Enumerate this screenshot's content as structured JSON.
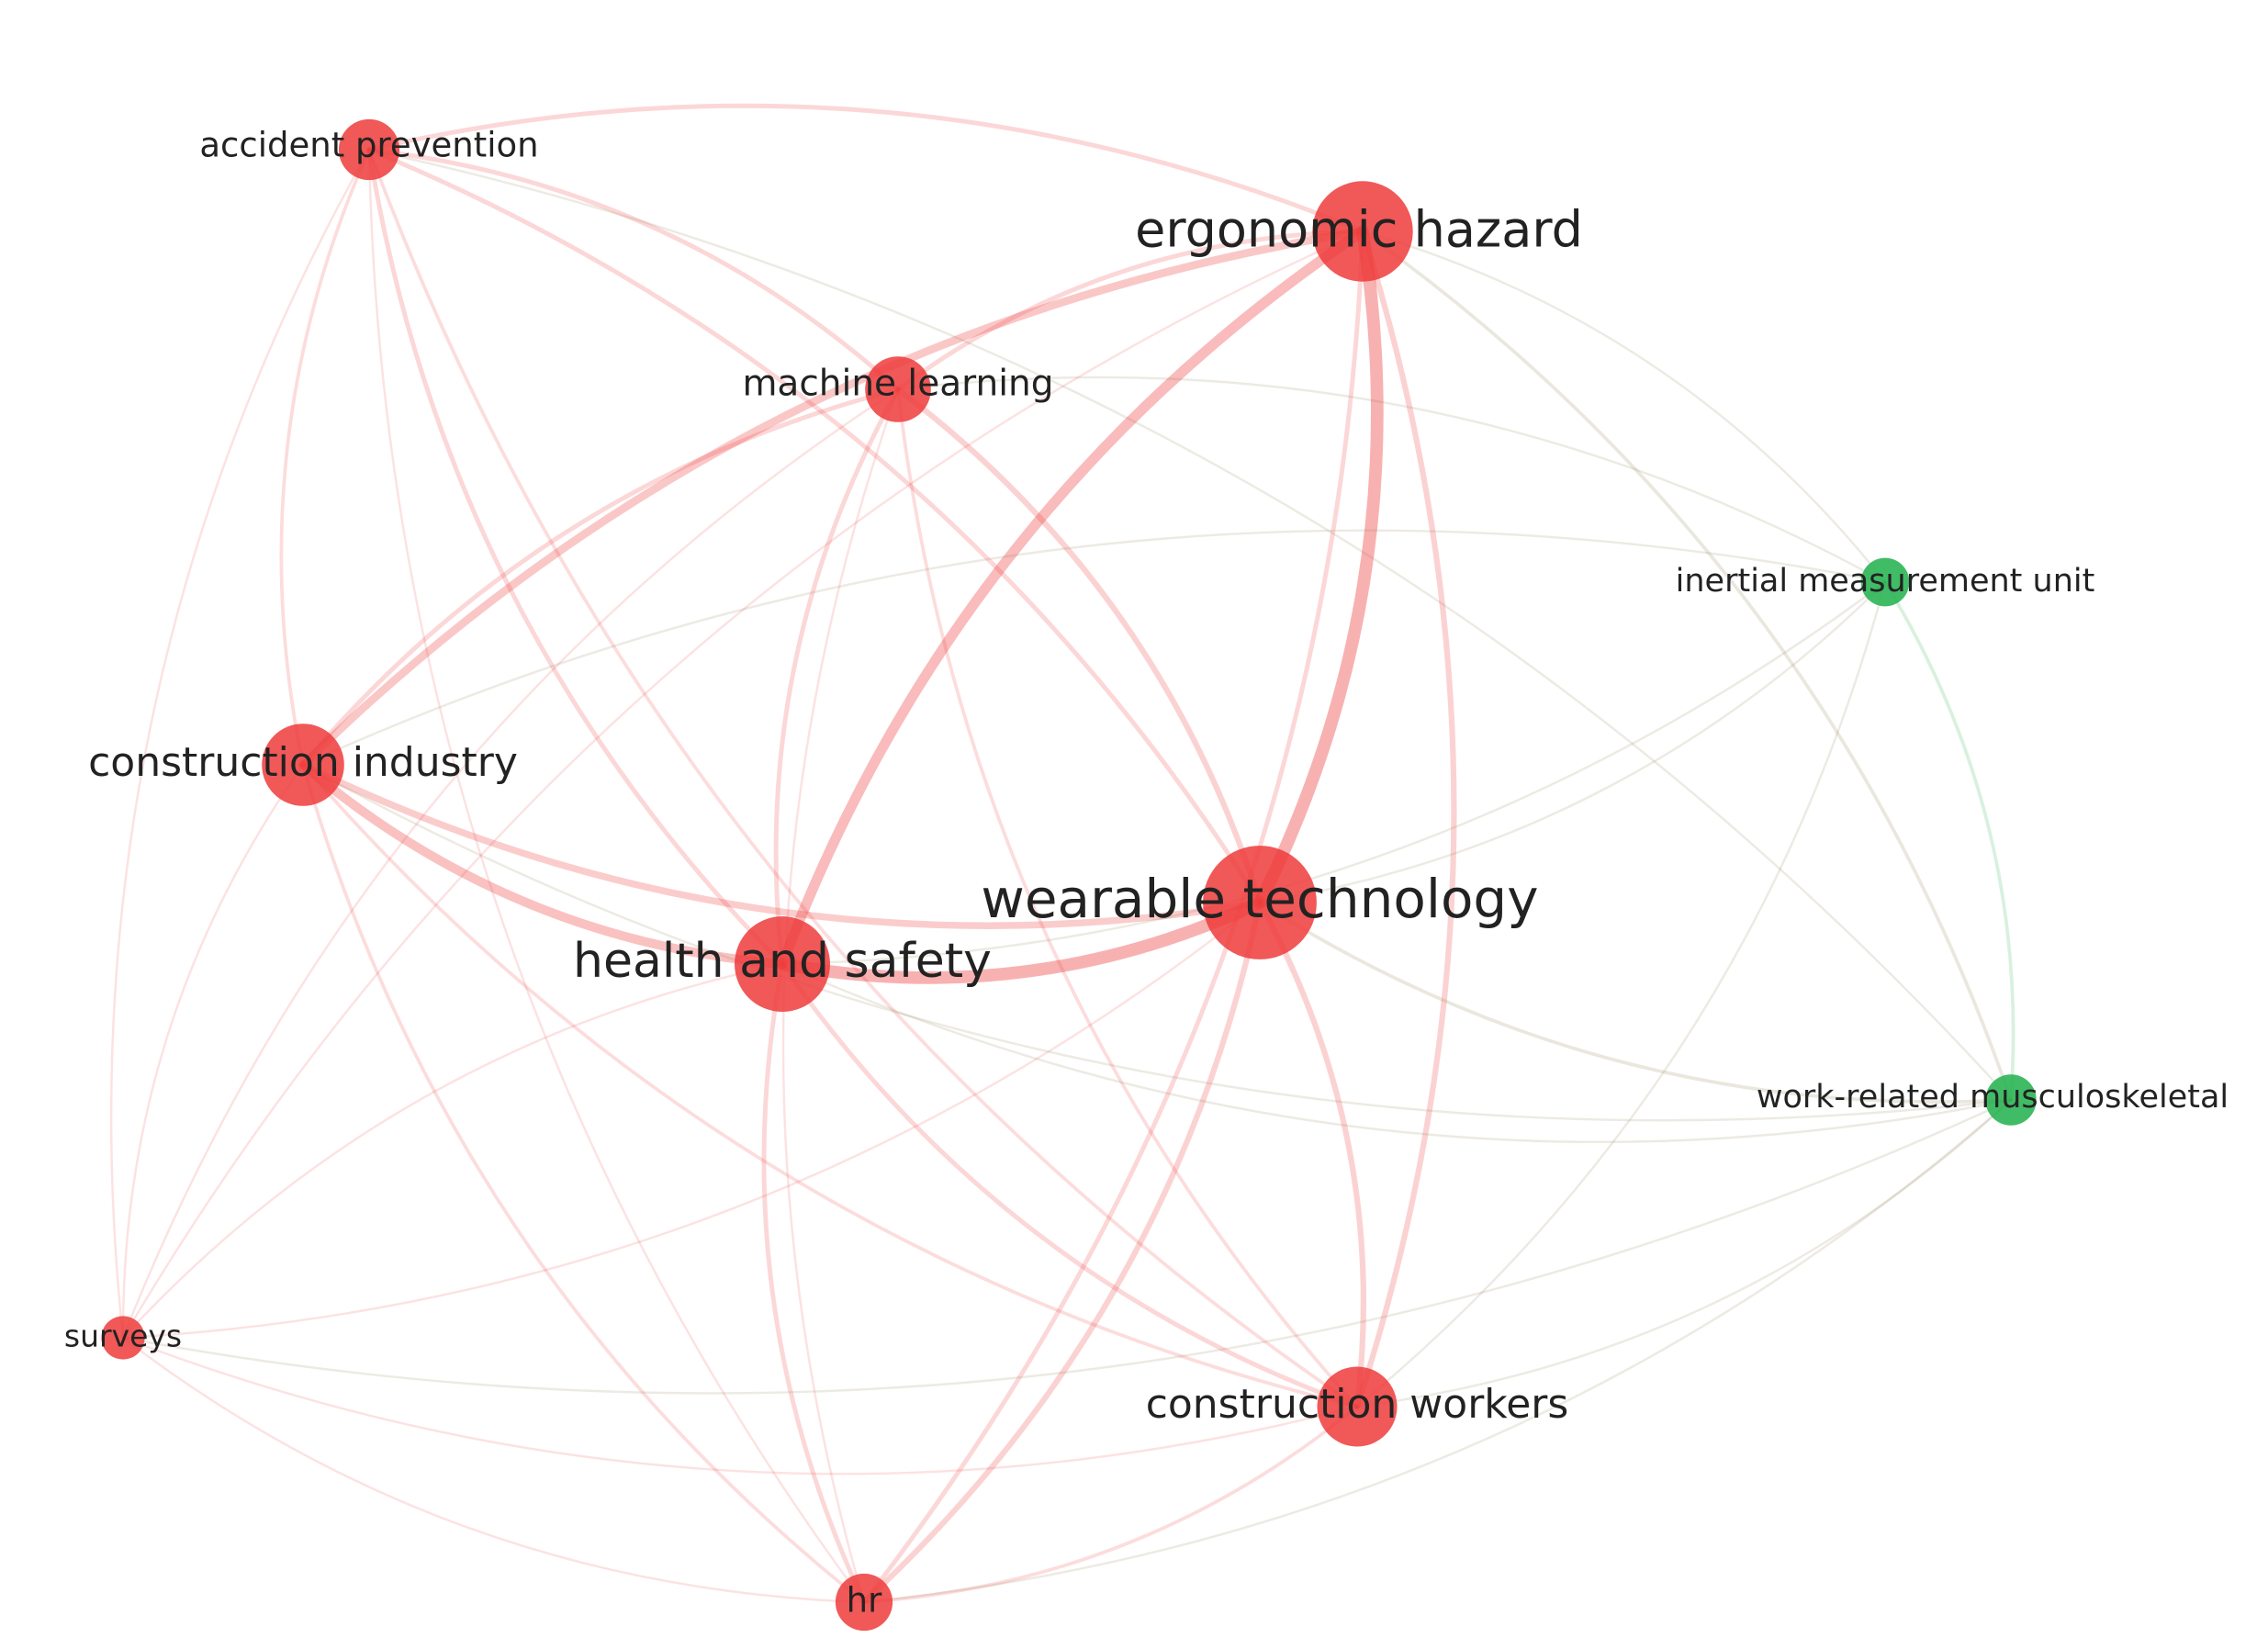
{
  "network": {
    "clusters": {
      "red": "#ee3b3b",
      "green": "#20b04b"
    },
    "nodes": [
      {
        "id": "accident-prevention",
        "label": "accident prevention",
        "cluster": "red",
        "weight": 1.3
      },
      {
        "id": "ergonomic-hazard",
        "label": "ergonomic hazard",
        "cluster": "red",
        "weight": 4.5
      },
      {
        "id": "machine-learning",
        "label": "machine learning",
        "cluster": "red",
        "weight": 1.6
      },
      {
        "id": "inertial-measurement-unit",
        "label": "inertial measurement unit",
        "cluster": "green",
        "weight": 0.7
      },
      {
        "id": "construction-industry",
        "label": "construction industry",
        "cluster": "red",
        "weight": 2.8
      },
      {
        "id": "wearable-technology",
        "label": "wearable technology",
        "cluster": "red",
        "weight": 6.0
      },
      {
        "id": "health-and-safety",
        "label": "health and safety",
        "cluster": "red",
        "weight": 4.0
      },
      {
        "id": "work-related-musculoskeletal",
        "label": "work-related musculoskeletal",
        "cluster": "green",
        "weight": 0.8
      },
      {
        "id": "surveys",
        "label": "surveys",
        "cluster": "red",
        "weight": 0.5
      },
      {
        "id": "construction-workers",
        "label": "construction workers",
        "cluster": "red",
        "weight": 2.6
      },
      {
        "id": "hr",
        "label": "hr",
        "cluster": "red",
        "weight": 1.1
      }
    ],
    "links": [
      [
        "accident-prevention",
        "ergonomic-hazard",
        3
      ],
      [
        "accident-prevention",
        "machine-learning",
        3
      ],
      [
        "accident-prevention",
        "wearable-technology",
        3
      ],
      [
        "accident-prevention",
        "health-and-safety",
        3
      ],
      [
        "accident-prevention",
        "construction-industry",
        2
      ],
      [
        "accident-prevention",
        "construction-workers",
        2
      ],
      [
        "accident-prevention",
        "hr",
        1
      ],
      [
        "accident-prevention",
        "surveys",
        1
      ],
      [
        "accident-prevention",
        "work-related-musculoskeletal",
        1
      ],
      [
        "ergonomic-hazard",
        "machine-learning",
        3
      ],
      [
        "ergonomic-hazard",
        "wearable-technology",
        10
      ],
      [
        "ergonomic-hazard",
        "health-and-safety",
        8
      ],
      [
        "ergonomic-hazard",
        "construction-industry",
        6
      ],
      [
        "ergonomic-hazard",
        "construction-workers",
        4
      ],
      [
        "ergonomic-hazard",
        "hr",
        3
      ],
      [
        "ergonomic-hazard",
        "inertial-measurement-unit",
        1
      ],
      [
        "ergonomic-hazard",
        "work-related-musculoskeletal",
        2
      ],
      [
        "ergonomic-hazard",
        "surveys",
        1
      ],
      [
        "machine-learning",
        "wearable-technology",
        4
      ],
      [
        "machine-learning",
        "health-and-safety",
        3
      ],
      [
        "machine-learning",
        "construction-industry",
        3
      ],
      [
        "machine-learning",
        "construction-workers",
        2
      ],
      [
        "machine-learning",
        "hr",
        1
      ],
      [
        "machine-learning",
        "inertial-measurement-unit",
        1
      ],
      [
        "machine-learning",
        "surveys",
        1
      ],
      [
        "construction-industry",
        "health-and-safety",
        7
      ],
      [
        "construction-industry",
        "wearable-technology",
        5
      ],
      [
        "construction-industry",
        "construction-workers",
        2
      ],
      [
        "construction-industry",
        "hr",
        2
      ],
      [
        "construction-industry",
        "surveys",
        1
      ],
      [
        "construction-industry",
        "inertial-measurement-unit",
        1
      ],
      [
        "construction-industry",
        "work-related-musculoskeletal",
        1
      ],
      [
        "wearable-technology",
        "health-and-safety",
        10
      ],
      [
        "wearable-technology",
        "construction-workers",
        4
      ],
      [
        "wearable-technology",
        "hr",
        4
      ],
      [
        "wearable-technology",
        "inertial-measurement-unit",
        1
      ],
      [
        "wearable-technology",
        "work-related-musculoskeletal",
        2
      ],
      [
        "wearable-technology",
        "surveys",
        1
      ],
      [
        "health-and-safety",
        "construction-workers",
        3
      ],
      [
        "health-and-safety",
        "hr",
        3
      ],
      [
        "health-and-safety",
        "surveys",
        1
      ],
      [
        "health-and-safety",
        "inertial-measurement-unit",
        1
      ],
      [
        "health-and-safety",
        "work-related-musculoskeletal",
        1
      ],
      [
        "construction-workers",
        "hr",
        2
      ],
      [
        "construction-workers",
        "surveys",
        1
      ],
      [
        "construction-workers",
        "inertial-measurement-unit",
        1
      ],
      [
        "construction-workers",
        "work-related-musculoskeletal",
        1
      ],
      [
        "hr",
        "surveys",
        1
      ],
      [
        "hr",
        "work-related-musculoskeletal",
        1
      ],
      [
        "inertial-measurement-unit",
        "work-related-musculoskeletal",
        2
      ],
      [
        "surveys",
        "work-related-musculoskeletal",
        1
      ]
    ]
  }
}
